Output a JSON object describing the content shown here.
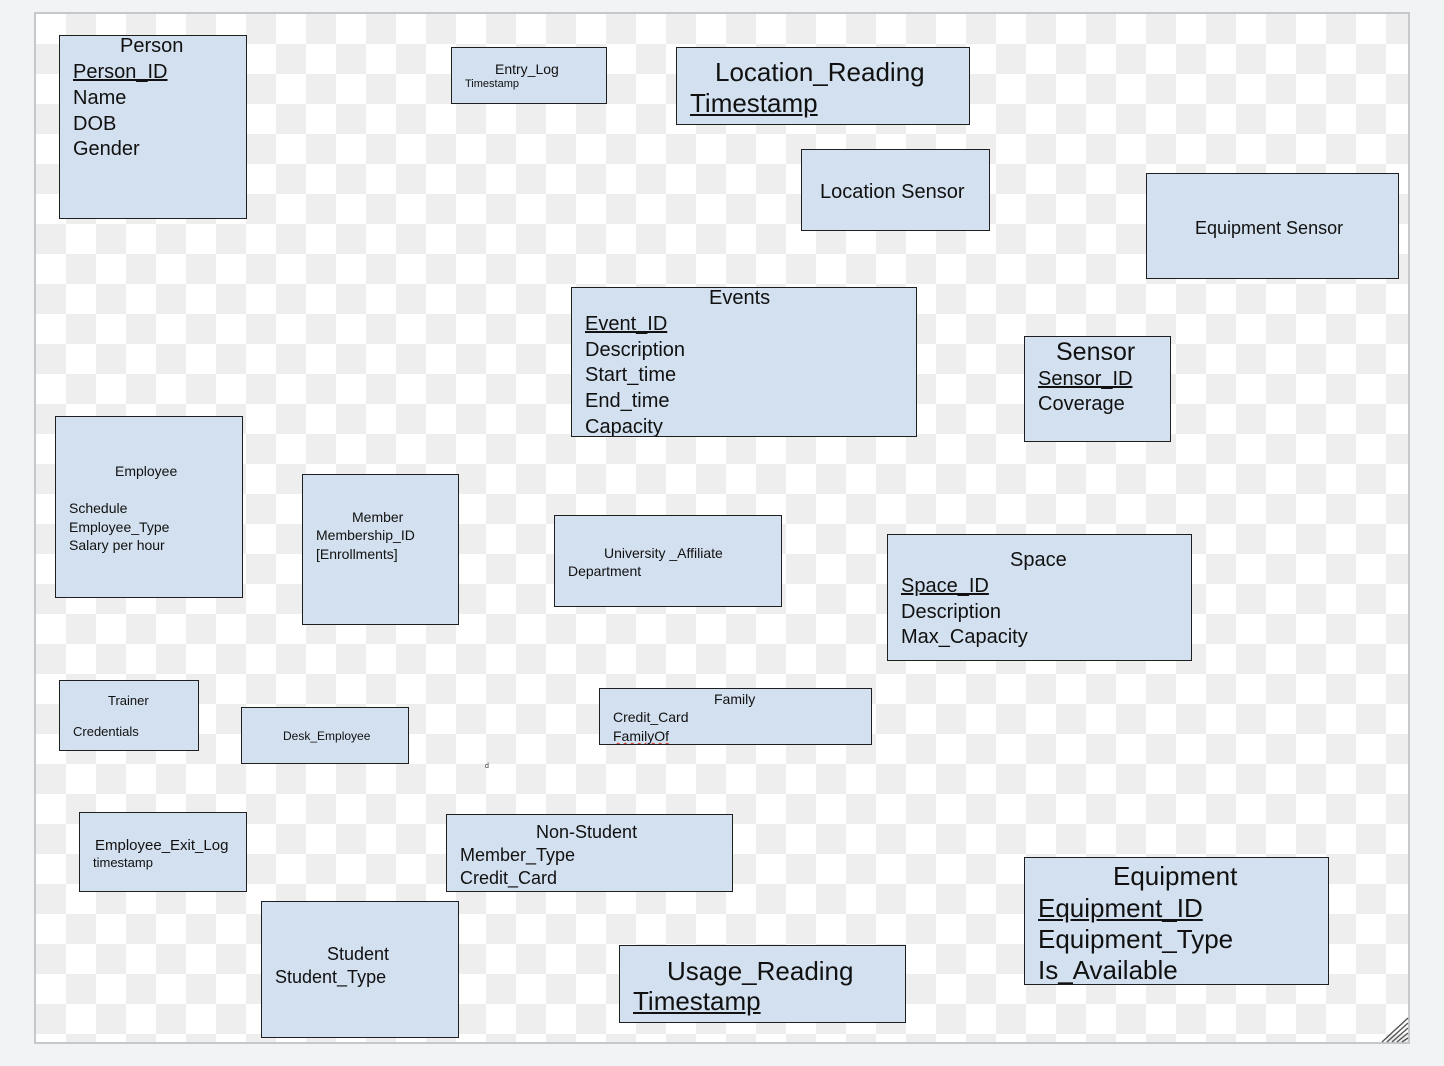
{
  "entities": {
    "person": {
      "title": "Person",
      "key": "Person_ID",
      "attrs": [
        "Name",
        "DOB",
        "Gender"
      ]
    },
    "entry_log": {
      "title": "Entry_Log",
      "attrs": [
        "Timestamp"
      ]
    },
    "location_reading": {
      "title": "Location_Reading",
      "key": "Timestamp"
    },
    "location_sensor": {
      "title": "Location Sensor"
    },
    "equipment_sensor": {
      "title": "Equipment Sensor"
    },
    "events": {
      "title": "Events",
      "key": "Event_ID",
      "attrs": [
        "Description",
        "Start_time",
        "End_time",
        "Capacity"
      ]
    },
    "sensor": {
      "title": "Sensor",
      "key": "Sensor_ID",
      "attrs": [
        "Coverage"
      ]
    },
    "employee": {
      "title": "Employee",
      "attrs": [
        "Schedule",
        "Employee_Type",
        "Salary per hour"
      ]
    },
    "member": {
      "title": "Member",
      "attrs": [
        "Membership_ID",
        "[Enrollments]"
      ]
    },
    "university_affiliate": {
      "title": "University _Affiliate",
      "attrs": [
        "Department"
      ]
    },
    "space": {
      "title": "Space",
      "key": "Space_ID",
      "attrs": [
        "Description",
        "Max_Capacity"
      ]
    },
    "trainer": {
      "title": "Trainer",
      "attrs": [
        "Credentials"
      ]
    },
    "desk_employee": {
      "title": "Desk_Employee"
    },
    "family": {
      "title": "Family",
      "attrs": [
        "Credit_Card",
        "FamilyOf"
      ]
    },
    "employee_exit_log": {
      "title": "Employee_Exit_Log",
      "attrs": [
        "timestamp"
      ]
    },
    "non_student": {
      "title": "Non-Student",
      "attrs": [
        "Member_Type",
        "Credit_Card"
      ]
    },
    "equipment": {
      "title": "Equipment",
      "key": "Equipment_ID",
      "attrs": [
        "Equipment_Type",
        "Is_Available"
      ]
    },
    "student": {
      "title": "Student",
      "attrs": [
        "Student_Type"
      ]
    },
    "usage_reading": {
      "title": "Usage_Reading",
      "key": "Timestamp"
    }
  },
  "stray_mark": "d",
  "colors": {
    "box_fill": "#d3e0ef",
    "box_border": "#1f1f1f",
    "canvas_border": "#c6c9cc",
    "background": "#f1f3f4"
  }
}
